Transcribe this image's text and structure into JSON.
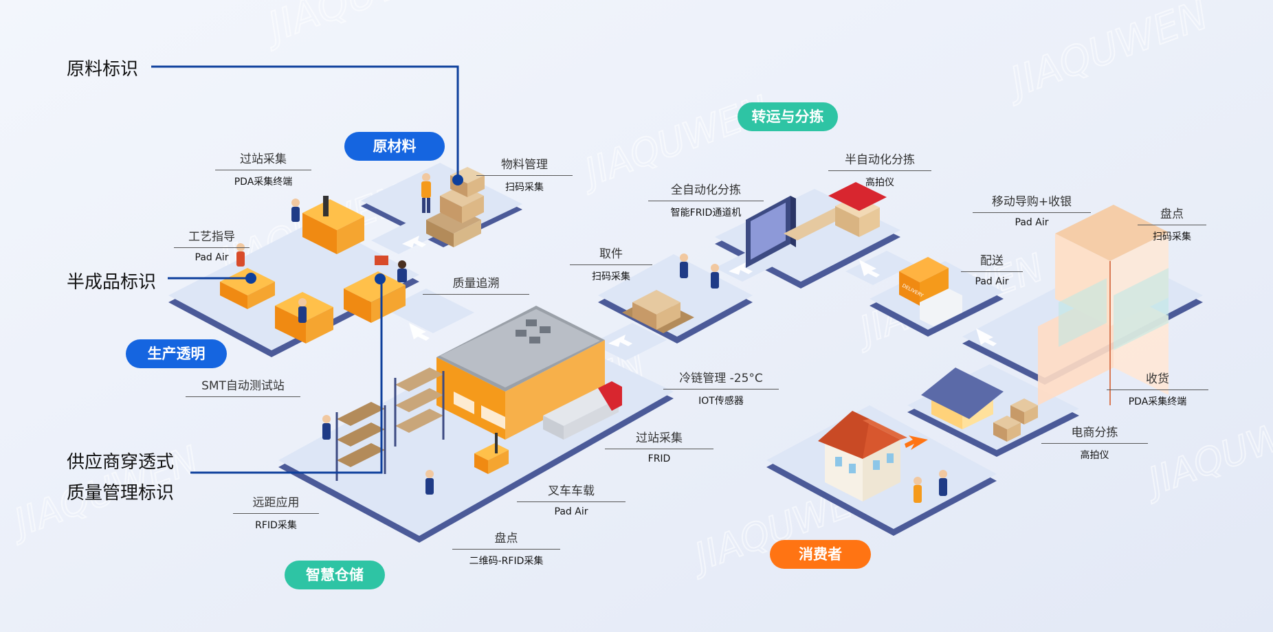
{
  "side_labels": {
    "raw_material_id": "原料标识",
    "semi_product_id": "半成品标识",
    "supplier_line1": "供应商穿透式",
    "supplier_line2": "质量管理标识"
  },
  "sections": {
    "raw_material": "原材料",
    "production": "生产透明",
    "warehouse": "智慧仓储",
    "transport": "转运与分拣",
    "consumer": "消费者"
  },
  "callouts": {
    "station_collect_1": {
      "title": "过站采集",
      "sub": "PDA采集终端"
    },
    "material_mgmt": {
      "title": "物料管理",
      "sub": "扫码采集"
    },
    "process_guide": {
      "title": "工艺指导",
      "sub": "Pad Air"
    },
    "quality_trace": {
      "title": "质量追溯",
      "sub": ""
    },
    "smt_station": {
      "title": "SMT自动测试站",
      "sub": ""
    },
    "remote_app": {
      "title": "远距应用",
      "sub": "RFID采集"
    },
    "inventory_1": {
      "title": "盘点",
      "sub": "二维码-RFID采集"
    },
    "forklift": {
      "title": "叉车车载",
      "sub": "Pad Air"
    },
    "station_collect_2": {
      "title": "过站采集",
      "sub": "FRID"
    },
    "cold_chain": {
      "title": "冷链管理 -25°C",
      "sub": "IOT传感器"
    },
    "pickup": {
      "title": "取件",
      "sub": "扫码采集"
    },
    "auto_sort": {
      "title": "全自动化分拣",
      "sub": "智能FRID通道机"
    },
    "semi_auto_sort": {
      "title": "半自动化分拣",
      "sub": "高拍仪"
    },
    "mobile_guide": {
      "title": "移动导购+收银",
      "sub": "Pad Air"
    },
    "inventory_2": {
      "title": "盘点",
      "sub": "扫码采集"
    },
    "delivery": {
      "title": "配送",
      "sub": "Pad Air"
    },
    "receiving": {
      "title": "收货",
      "sub": "PDA采集终端"
    },
    "ecommerce_sort": {
      "title": "电商分拣",
      "sub": "高拍仪"
    }
  },
  "illustration_text": {
    "truck_brand": "DELIVERY",
    "watermark": "JIAQUWEN"
  },
  "colors": {
    "background": "#eef2fa",
    "platform_top": "#dde6f6",
    "platform_side": "#4b5a98",
    "connector": "#0d3f9c",
    "section_blue": "#1565e0",
    "section_teal": "#2ec4a4",
    "section_orange": "#ff7413",
    "machine_orange": "#f59a1b"
  }
}
